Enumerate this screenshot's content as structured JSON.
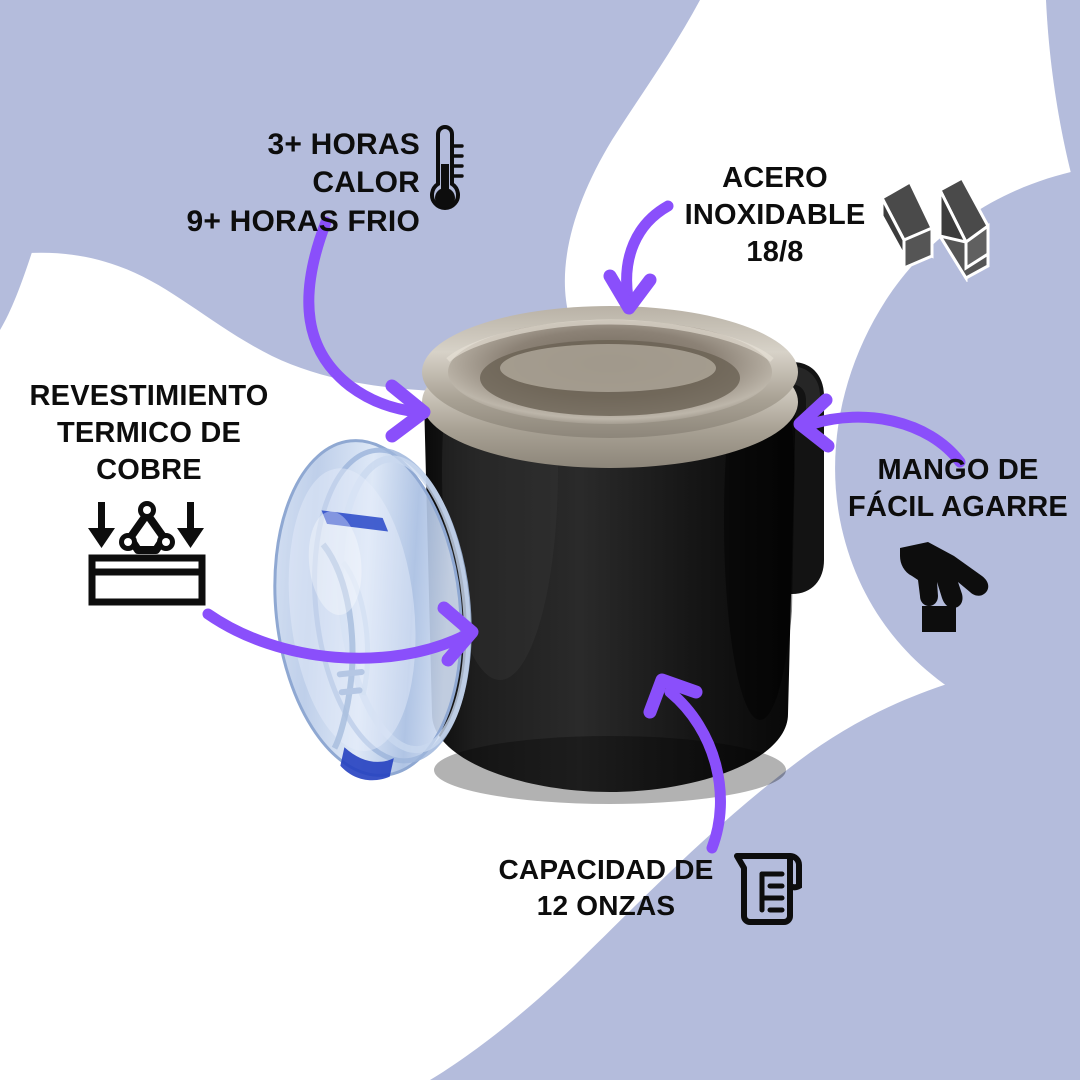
{
  "meta": {
    "kind": "product-feature-infographic",
    "product": "insulated stainless steel coffee mug with clear slide lid",
    "language": "es"
  },
  "colors": {
    "background": "#ffffff",
    "blob_lavender": "#b4bcdc",
    "arrow_purple": "#8a4ffb",
    "text_black": "#0d0d0d",
    "steel_icon_gray": "#4a4a4a",
    "mug_body_black": "#151515",
    "mug_rim_steel": "#9b9287",
    "lid_plastic_blue": "#c3d2ea"
  },
  "features": [
    {
      "id": "thermal-retention",
      "label": "3+ HORAS CALOR\n9+ HORAS FRIO",
      "icon": "thermometer-icon",
      "points_to": "mug-rim"
    },
    {
      "id": "stainless-steel",
      "label": "ACERO\nINOXIDABLE\n18/8",
      "icon": "steel-beams-icon",
      "points_to": "mug-rim"
    },
    {
      "id": "copper-coating",
      "label": "REVESTIMIENTO\nTERMICO DE\nCOBRE",
      "icon": "coating-layers-icon",
      "points_to": "mug-body"
    },
    {
      "id": "easy-grip-handle",
      "label": "MANGO DE\nFÁCIL AGARRE",
      "icon": "grabbing-hand-icon",
      "points_to": "mug-handle"
    },
    {
      "id": "capacity",
      "label": "CAPACIDAD DE\n12 ONZAS",
      "icon": "measuring-beaker-icon",
      "points_to": "mug-body-lower"
    }
  ],
  "arrows": [
    {
      "id": "arrow-thermal",
      "from": "thermal-retention",
      "to": "mug-rim-left"
    },
    {
      "id": "arrow-steel",
      "from": "stainless-steel",
      "to": "mug-rim-top"
    },
    {
      "id": "arrow-coating",
      "from": "copper-coating",
      "to": "mug-body-left"
    },
    {
      "id": "arrow-handle",
      "from": "easy-grip-handle",
      "to": "mug-handle"
    },
    {
      "id": "arrow-capacity",
      "from": "capacity",
      "to": "mug-body-bottom"
    }
  ]
}
